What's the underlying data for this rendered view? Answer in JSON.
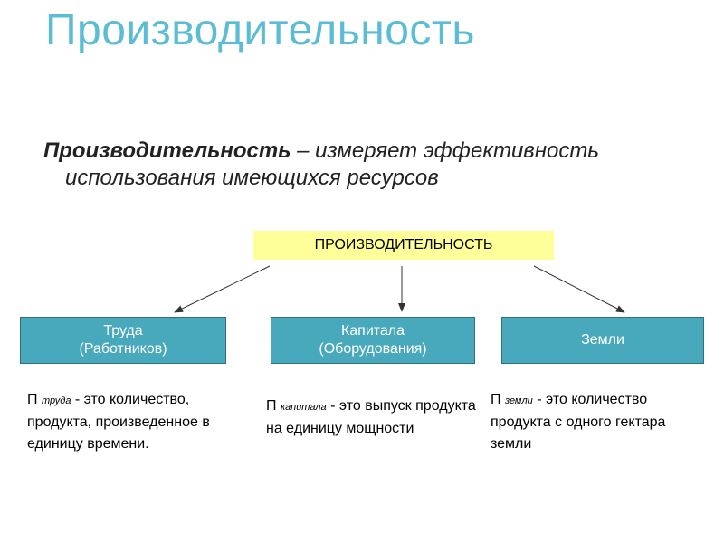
{
  "title": "Производительность",
  "definition": {
    "term": "Производительность",
    "rest_line1": " – измеряет эффективность",
    "line2": "использования имеющихся ресурсов"
  },
  "diagram": {
    "top": "ПРОИЗВОДИТЕЛЬНОСТЬ",
    "categories": [
      {
        "line1": "Труда",
        "line2": "(Работников)"
      },
      {
        "line1": "Капитала",
        "line2": "(Оборудования)"
      },
      {
        "line1": "Земли",
        "line2": ""
      }
    ],
    "descriptions": [
      {
        "p": "П",
        "sub": "труда",
        "text": " - это количество, продукта, произведенное в единицу времени."
      },
      {
        "p": "П",
        "sub": "капитала",
        "text": " -  это выпуск продукта на единицу мощности"
      },
      {
        "p": "П",
        "sub": "земли",
        "text": " -  это количество продукта с одного гектара земли"
      }
    ]
  },
  "colors": {
    "title": "#5bbcd6",
    "top_box": "#ffff99",
    "category_box": "#48a9bd"
  }
}
